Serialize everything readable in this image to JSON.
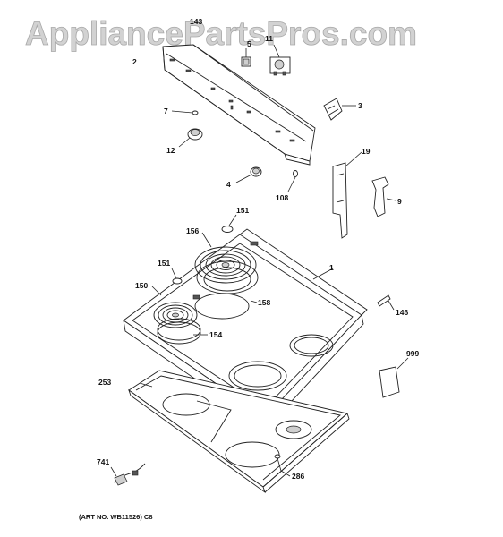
{
  "watermark": "AppliancePartsPros.com",
  "art_note": "(ART NO. WB11526) C8",
  "callouts": [
    {
      "key": "c143",
      "text": "143"
    },
    {
      "key": "c2",
      "text": "2"
    },
    {
      "key": "c5",
      "text": "5"
    },
    {
      "key": "c11",
      "text": "11"
    },
    {
      "key": "c3",
      "text": "3"
    },
    {
      "key": "c7",
      "text": "7"
    },
    {
      "key": "c12",
      "text": "12"
    },
    {
      "key": "c19",
      "text": "19"
    },
    {
      "key": "c4",
      "text": "4"
    },
    {
      "key": "c108",
      "text": "108"
    },
    {
      "key": "c9",
      "text": "9"
    },
    {
      "key": "c151a",
      "text": "151"
    },
    {
      "key": "c156",
      "text": "156"
    },
    {
      "key": "c1",
      "text": "1"
    },
    {
      "key": "c151b",
      "text": "151"
    },
    {
      "key": "c150",
      "text": "150"
    },
    {
      "key": "c158",
      "text": "158"
    },
    {
      "key": "c146",
      "text": "146"
    },
    {
      "key": "c154",
      "text": "154"
    },
    {
      "key": "c999",
      "text": "999"
    },
    {
      "key": "c253",
      "text": "253"
    },
    {
      "key": "c741",
      "text": "741"
    },
    {
      "key": "c286",
      "text": "286"
    }
  ]
}
